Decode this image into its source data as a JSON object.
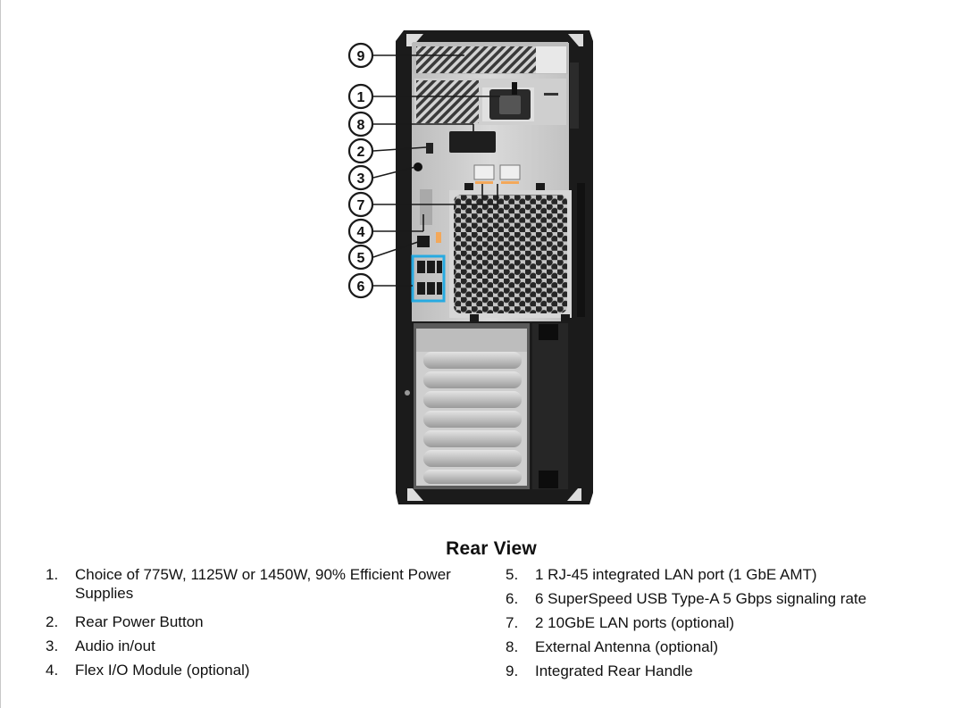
{
  "caption": "Rear View",
  "callouts": [
    "9",
    "1",
    "8",
    "2",
    "3",
    "7",
    "4",
    "5",
    "6"
  ],
  "colors": {
    "chassis": "#1c1c1c",
    "panel": "#c9c9c9",
    "usb_highlight": "#27aae1",
    "callout_stroke": "#1a1a1a"
  },
  "features": [
    {
      "num": "1.",
      "text": "Choice of 775W, 1125W or 1450W, 90% Efficient Power Supplies"
    },
    {
      "num": "2.",
      "text": "Rear Power Button"
    },
    {
      "num": "3.",
      "text": "Audio in/out"
    },
    {
      "num": "4.",
      "text": "Flex I/O Module (optional)"
    },
    {
      "num": "5.",
      "text": "1 RJ-45 integrated LAN port (1 GbE AMT)"
    },
    {
      "num": "6.",
      "text": "6 SuperSpeed USB Type-A 5 Gbps signaling rate"
    },
    {
      "num": "7.",
      "text": "2 10GbE LAN ports (optional)"
    },
    {
      "num": "8.",
      "text": "External Antenna (optional)"
    },
    {
      "num": "9.",
      "text": "Integrated Rear Handle"
    }
  ]
}
